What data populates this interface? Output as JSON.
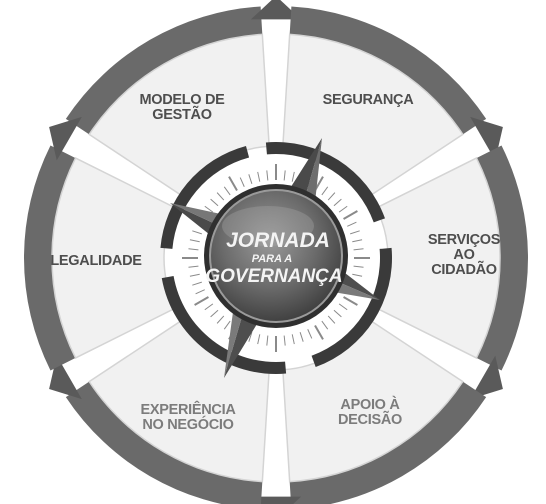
{
  "hub": {
    "line1": "JORNADA",
    "line2": "PARA A",
    "line3": "GOVERNANÇA"
  },
  "segments": [
    {
      "id": "modelo-de-gestao",
      "line1": "MODELO DE",
      "line2": "GESTÃO"
    },
    {
      "id": "seguranca",
      "line1": "SEGURANÇA",
      "line2": ""
    },
    {
      "id": "servicos-ao-cidadao",
      "line1": "SERVIÇOS",
      "line2": "AO",
      "line3": "CIDADÃO"
    },
    {
      "id": "apoio-a-decisao",
      "line1": "APOIO À",
      "line2": "DECISÃO"
    },
    {
      "id": "experiencia-no-negocio",
      "line1": "EXPERIÊNCIA",
      "line2": "NO NEGÓCIO"
    },
    {
      "id": "legalidade",
      "line1": "LEGALIDADE",
      "line2": ""
    }
  ],
  "colors": {
    "outer_ring": "#6a6a6a",
    "segment_fill": "#f1f1f1",
    "inner_ring": "#3a3a3a",
    "hub_fill": "#6b6b6b",
    "compass_star": "#565656",
    "label_text": "#4e4e4e"
  }
}
